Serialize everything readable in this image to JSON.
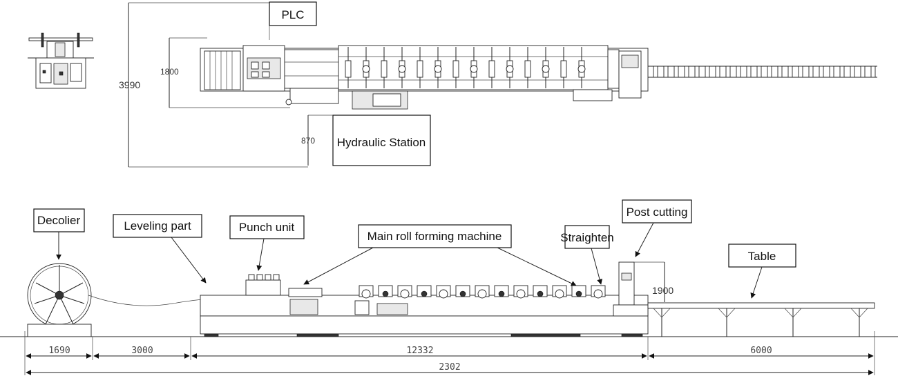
{
  "top_view": {
    "plc_label": "PLC",
    "hydraulic_label": "Hydraulic Station",
    "dim_overall_width": "3990",
    "dim_machine_width": "1800",
    "dim_hydraulic": "870"
  },
  "side_view": {
    "decoiler_label": "Decolier",
    "leveling_label": "Leveling part",
    "punch_label": "Punch unit",
    "main_label": "Main roll forming machine",
    "straighten_label": "Straighten",
    "post_cutting_label": "Post cutting",
    "table_label": "Table",
    "dim_height": "1900",
    "dim_decoiler": "1690",
    "dim_gap": "3000",
    "dim_machine": "12332",
    "dim_table": "6000",
    "dim_total": "2302"
  }
}
